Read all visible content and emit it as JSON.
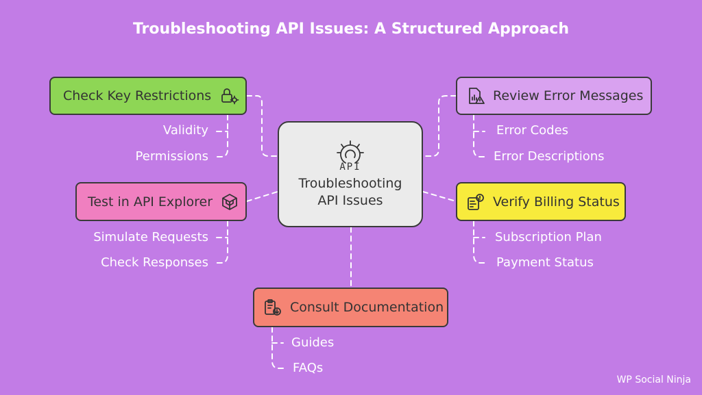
{
  "title": "Troubleshooting API Issues: A Structured Approach",
  "center": {
    "icon_text": "API",
    "line1": "Troubleshooting",
    "line2": "API Issues"
  },
  "nodes": {
    "check_key": {
      "label": "Check Key Restrictions",
      "color": "#8ed655",
      "icon": "lock-gear-icon",
      "items": [
        "Validity",
        "Permissions"
      ]
    },
    "test_explorer": {
      "label": "Test in API Explorer",
      "color": "#f07fc0",
      "icon": "cube-icon",
      "items": [
        "Simulate Requests",
        "Check Responses"
      ]
    },
    "review_errors": {
      "label": "Review Error Messages",
      "color": "#d9a2f0",
      "icon": "document-warning-icon",
      "items": [
        "Error Codes",
        "Error Descriptions"
      ]
    },
    "verify_billing": {
      "label": "Verify Billing Status",
      "color": "#f8eb3c",
      "icon": "billing-alert-icon",
      "items": [
        "Subscription Plan",
        "Payment Status"
      ]
    },
    "consult_docs": {
      "label": "Consult Documentation",
      "color": "#f58474",
      "icon": "clipboard-download-icon",
      "items": [
        "Guides",
        "FAQs"
      ]
    }
  },
  "watermark": "WP Social Ninja",
  "colors": {
    "background": "#c27ce6",
    "center": "#ebebeb",
    "connector": "#ffffff"
  }
}
